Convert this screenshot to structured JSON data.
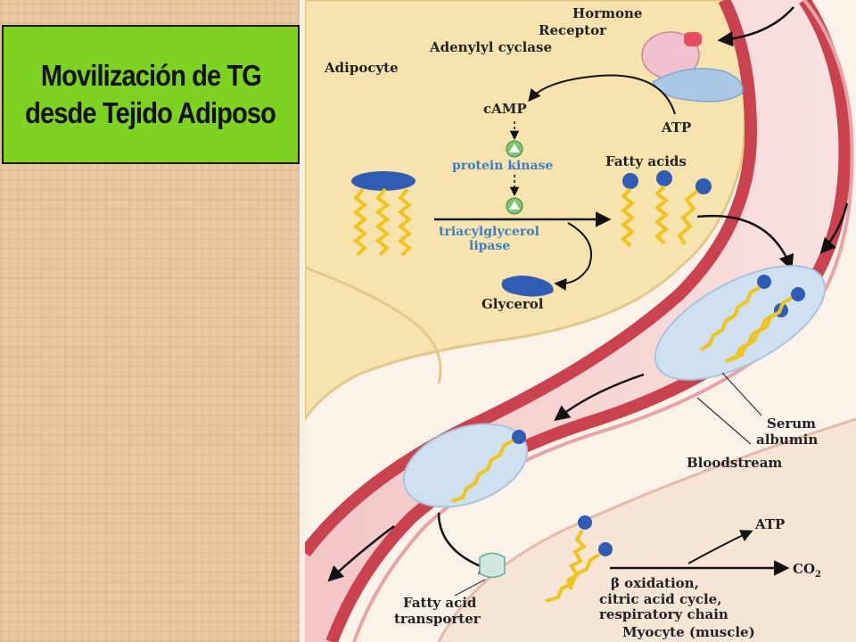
{
  "title": {
    "line1": "Movilización de TG",
    "line2": "desde Tejido Adiposo"
  },
  "labels": {
    "hormone": "Hormone",
    "receptor": "Receptor",
    "adenylyl_cyclase": "Adenylyl cyclase",
    "adipocyte": "Adipocyte",
    "camp": "cAMP",
    "atp_top": "ATP",
    "protein_kinase": "protein kinase",
    "fatty_acids": "Fatty acids",
    "tag_lipase_1": "triacylglycerol",
    "tag_lipase_2": "lipase",
    "glycerol": "Glycerol",
    "serum": "Serum",
    "albumin": "albumin",
    "bloodstream": "Bloodstream",
    "atp_bottom": "ATP",
    "co2": "CO",
    "co2_sub": "2",
    "beta_ox": "β oxidation,",
    "citric": "citric acid cycle,",
    "respiratory": "respiratory chain",
    "fat_transporter_1": "Fatty acid",
    "fat_transporter_2": "transporter",
    "myocyte": "Myocyte (muscle)"
  },
  "colors": {
    "title_bg": "#7ed321",
    "bg": "#e9c9a2",
    "cell": "#f7e6b8",
    "vessel": "#c9424e",
    "vessel_inner": "#f4d3d3",
    "albumin": "#cfe0f0",
    "head": "#2f5db5",
    "chain": "#f0c419",
    "enzyme": "#4c9bd3",
    "arrow": "#1a1a1a"
  }
}
